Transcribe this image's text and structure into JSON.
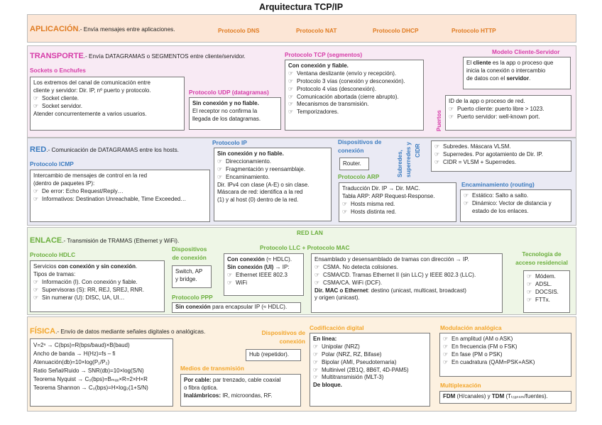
{
  "title": "Arquitectura TCP/IP",
  "app": {
    "name": "APLICACIÓN",
    "desc": ".- Envía mensajes entre aplicaciones.",
    "protocols": [
      "Protocolo DNS",
      "Protocolo NAT",
      "Protocolo DHCP",
      "Protocolo HTTP"
    ]
  },
  "tra": {
    "name": "TRANSPORTE",
    "desc": ".- Envía DATAGRAMAS o SEGMENTOS entre cliente/servidor.",
    "sockets": {
      "label": "Sockets o Enchufes",
      "lines": [
        "Los extremos del canal de comunicación entre",
        "cliente y servidor: Dir. IP, nº puerto y protocolo."
      ],
      "items": [
        "Socket cliente.",
        "Socket servidor."
      ],
      "tail": "Atender concurrentemente a varios usuarios."
    },
    "udp": {
      "label": "Protocolo UDP (datagramas)",
      "head": "Sin conexión y no fiable.",
      "lines": [
        "El receptor no confirma la",
        "llegada de los datagramas."
      ]
    },
    "tcp": {
      "label": "Protocolo TCP (segmentos)",
      "head": "Con conexión y fiable.",
      "items": [
        "Ventana deslizante (envío y recepción).",
        "Protocolo 3 vías (conexión y desconexión).",
        "Protocolo 4 vías (desconexión).",
        "Comunicación abortada (cierre abrupto).",
        "Mecanismos de transmisión.",
        "Temporizadores."
      ]
    },
    "model": {
      "label": "Modelo Cliente-Servidor",
      "l1a": "El ",
      "l1b": "cliente",
      "l1c": " es la app o proceso que",
      "l2": "inicia la conexión o intercambio",
      "l3a": "de datos con el ",
      "l3b": "servidor",
      "l3c": "."
    },
    "ports": {
      "label": "Puertos",
      "head": "ID de la app o proceso de red.",
      "items": [
        "Puerto cliente: puerto libre > 1023.",
        "Puerto servidor: well-known port."
      ]
    }
  },
  "red": {
    "name": "RED",
    "desc": ".- Comunicación de DATAGRAMAS entre los hosts.",
    "icmp": {
      "label": "Protocolo ICMP",
      "lines": [
        "Intercambio de mensajes de control en la red",
        "(dentro de paquetes IP):"
      ],
      "items": [
        "De error: Echo Request/Reply…",
        "Informativos: Destination Unreachable, Time Exceeded…"
      ]
    },
    "ip": {
      "label": "Protocolo IP",
      "head": "Sin conexión y no fiable.",
      "items": [
        "Direccionamiento.",
        "Fragmentación y reensamblaje.",
        "Encaminamiento."
      ],
      "lines": [
        "Dir. IPv4 con clase (A-E) o sin clase.",
        "Máscara de red: identifica a la red",
        "(1) y al host (0) dentro de la red."
      ]
    },
    "devices": {
      "label1": "Dispositivos de",
      "label2": "conexión",
      "value": "Router."
    },
    "arp": {
      "label": "Protocolo ARP",
      "lines": [
        "Traducción Dir. IP → Dir. MAC.",
        "Tabla ARP: ARP Request-Response."
      ],
      "items": [
        "Hosts misma red.",
        "Hosts distinta red."
      ]
    },
    "subnets": {
      "label1": "Subredes,",
      "label2": "superredes y",
      "label3": "CIDR",
      "items": [
        "Subredes. Máscara VLSM.",
        "Superredes. Por agotamiento de Dir. IP.",
        "CIDR = VLSM + Superredes."
      ]
    },
    "routing": {
      "label": "Encaminamiento (routing)",
      "items": [
        "Estático: Salto a salto.",
        "Dinámico: Vector de distancia y estado de los enlaces."
      ]
    }
  },
  "enl": {
    "name": "ENLACE",
    "desc": ".- Transmisión de TRAMAS (Ethernet y WiFi).",
    "lan": "RED LAN",
    "llc": "Protocolo LLC + Protocolo MAC",
    "hdlc": {
      "label": "Protocolo HDLC",
      "l1a": "Servicios ",
      "l1b": "con conexión y sin conexión",
      "l1c": ".",
      "l2": "Tipos de tramas:",
      "items": [
        "Información (I). Con conexión y fiable.",
        "Supervisoras (S): RR, REJ, SREJ, RNR.",
        "Sin numerar (U): DISC, UA, UI…"
      ]
    },
    "devices": {
      "label1": "Dispositivos",
      "label2": "de conexión",
      "lines": [
        "Switch, AP",
        "y bridge."
      ]
    },
    "ppp": {
      "label": "Protocolo PPP",
      "textb": "Sin conexión",
      "text": " para encapsular IP (≈ HDLC)."
    },
    "llcmac": {
      "l1b": "Con conexión",
      "l1": " (≈ HDLC).",
      "l2b": "Sin conexión (UI)",
      "l2": " → IP:",
      "items": [
        "Ethernet IEEE 802.3",
        "WiFi"
      ]
    },
    "frames": {
      "head": "Ensamblado y desensamblado de tramas con dirección → IP.",
      "items": [
        "CSMA. No detecta colisiones.",
        "CSMA/CD. Tramas Ethernet II (sin LLC) y IEEE 802.3 (LLC).",
        "CSMA/CA. WiFi (DCF)."
      ],
      "l1b": "Dir. MAC o Ethernet",
      "l1": ": destino (unicast, multicast, broadcast)",
      "l2": "y origen (unicast)."
    },
    "access": {
      "label1": "Tecnología de",
      "label2": "acceso residencial",
      "items": [
        "Módem.",
        "ADSL.",
        "DOCSIS.",
        "FTTx."
      ]
    }
  },
  "fis": {
    "name": "FÍSICA",
    "desc": ".- Envío de datos mediante señales digitales o analógicas.",
    "formulas": [
      "V=2ⁿ → C(bps)=R(bps/baud)×B(baud)",
      "Ancho de banda → H(Hz)=fs – fi",
      "Atenuación(db)=10×log(P₁/P₂)",
      "Ratio Señal/Ruido → SNR(db)=10×log(S/N)",
      "Teorema Nyquist → C₀(bps)=Bₘₐₓ×R=2×H×R",
      "Teorema Shannon → C₀(bps)=H×log₂(1+S/N)"
    ],
    "devices": {
      "label1": "Dispositivos de",
      "label2": "conexión",
      "value": "Hub (repetidor)."
    },
    "media": {
      "label": "Medios de transmisión",
      "l1b": "Por cable:",
      "l1": " par trenzado, cable coaxial",
      "l2": "o fibra óptica.",
      "l3b": "Inalámbricos:",
      "l3": " IR, microondas, RF."
    },
    "digital": {
      "label": "Codificación digital",
      "head": "En línea:",
      "items": [
        "Unipolar (NRZ)",
        "Polar (NRZ, RZ, Bifase)",
        "Bipolar (AMI, Pseudoternaria)",
        "Multinivel (2B1Q, 8B6T, 4D-PAM5)",
        "Multitransmisión (MLT-3)"
      ],
      "tail": "De bloque."
    },
    "analog": {
      "label": "Modulación analógica",
      "items": [
        "En amplitud (AM o ASK)",
        "En frecuencia (FM o FSK)",
        "En fase (PM o PSK)",
        "En cuadratura (QAM=PSK+ASK)"
      ]
    },
    "mux": {
      "label": "Multiplexación",
      "a": "FDM",
      "b": " (H/canales) y ",
      "c": "TDM",
      "d": " (Tₜᵣₐₙₛₘ/fuentes)."
    }
  }
}
